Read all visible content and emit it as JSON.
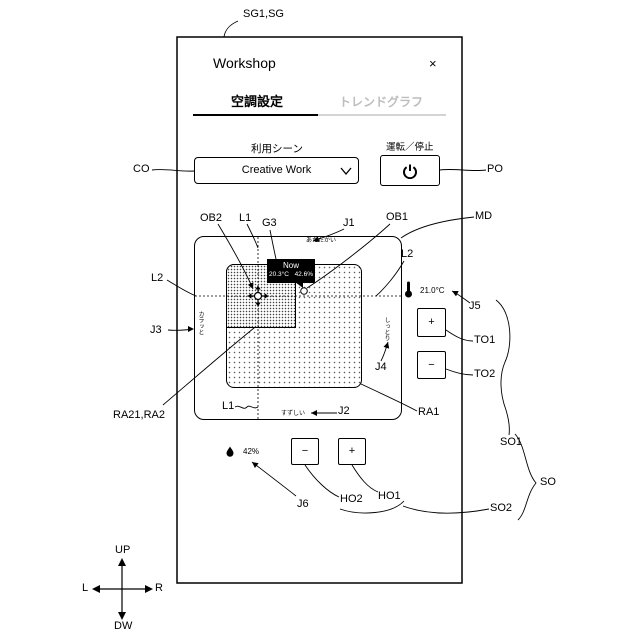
{
  "header": {
    "title": "Workshop",
    "close_label": "×"
  },
  "tabs": [
    {
      "label": "空調設定",
      "active": true
    },
    {
      "label": "トレンドグラフ",
      "active": false
    }
  ],
  "scene": {
    "label": "利用シーン",
    "value": "Creative Work"
  },
  "power": {
    "label": "運転／停止"
  },
  "comfort_map": {
    "top_label": "あたたかい",
    "bottom_label": "すずしい",
    "left_label": "カラッと",
    "right_label": "しっとり",
    "now": {
      "title": "Now",
      "temperature": "20.3°C",
      "humidity": "42.6%"
    }
  },
  "temperature": {
    "setpoint": "21.0°C",
    "increase_label": "+",
    "decrease_label": "−"
  },
  "humidity": {
    "setpoint": "42%",
    "decrease_label": "−",
    "increase_label": "+"
  },
  "icons": {
    "close": "close-icon",
    "dropdown": "chevron-down-icon",
    "power": "power-icon",
    "temperature": "thermometer-icon",
    "humidity": "water-drop-icon",
    "target_marker": "crosshair-icon"
  },
  "reference_labels": {
    "device": "SG1,SG",
    "scene_selector": "CO",
    "power_button": "PO",
    "target_marker": "OB2",
    "axis_vertical_top": "L1",
    "now_tooltip": "G3",
    "warm_label": "J1",
    "current_marker": "OB1",
    "map_area": "MD",
    "axis_horizontal_right": "L2",
    "axis_horizontal_left": "L2",
    "dry_label": "J3",
    "moist_label": "J4",
    "axis_vertical_bottom": "L1",
    "cool_label": "J2",
    "comfort_zone": "RA1",
    "target_zone": "RA21,RA2",
    "temperature_setpoint": "J5",
    "temperature_up": "TO1",
    "temperature_down": "TO2",
    "temperature_controls": "SO1",
    "setpoint_controls": "SO",
    "humidity_controls": "SO2",
    "humidity_setpoint": "J6",
    "humidity_down": "HO2",
    "humidity_up": "HO1"
  },
  "directions": {
    "up": "UP",
    "down": "DW",
    "left": "L",
    "right": "R"
  }
}
